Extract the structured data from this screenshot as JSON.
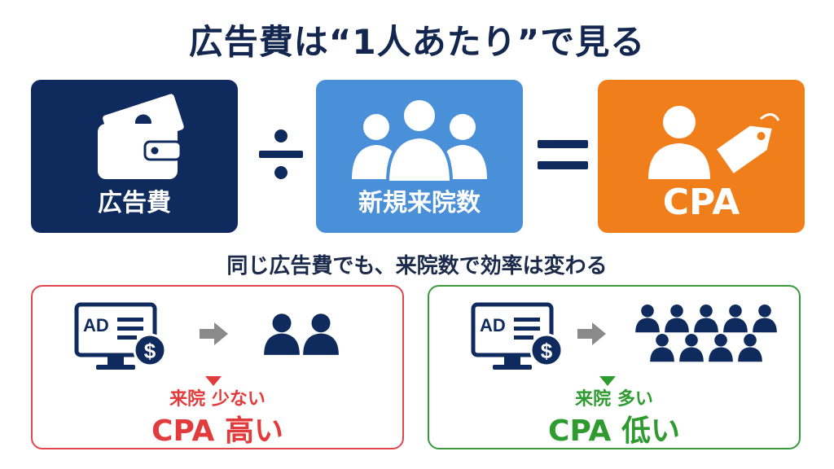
{
  "title": "広告費は“1人あたり”で見る",
  "formula": {
    "cost_label": "広告費",
    "cost_icon": "wallet-icon",
    "divide_symbol": "÷",
    "patients_label": "新規来院数",
    "patients_icon": "people-group-icon",
    "equals_symbol": "=",
    "cpa_label": "CPA",
    "cpa_icon": "person-tag-icon"
  },
  "subtitle": "同じ広告費でも、来院数で効率は変わる",
  "cases": [
    {
      "ad_text": "AD",
      "currency_symbol": "$",
      "patients_shown": 2,
      "line1": "来院 少ない",
      "line2": "CPA 高い",
      "color": "#e23b3b"
    },
    {
      "ad_text": "AD",
      "currency_symbol": "$",
      "patients_shown": 9,
      "line1": "来院 多い",
      "line2": "CPA 低い",
      "color": "#2f9a2f"
    }
  ],
  "colors": {
    "navy": "#0f2a5c",
    "blue": "#4a90d9",
    "orange": "#f07e1b",
    "red": "#e0474c",
    "green": "#3a9a3a",
    "arrow_gray": "#8a8a8a"
  }
}
